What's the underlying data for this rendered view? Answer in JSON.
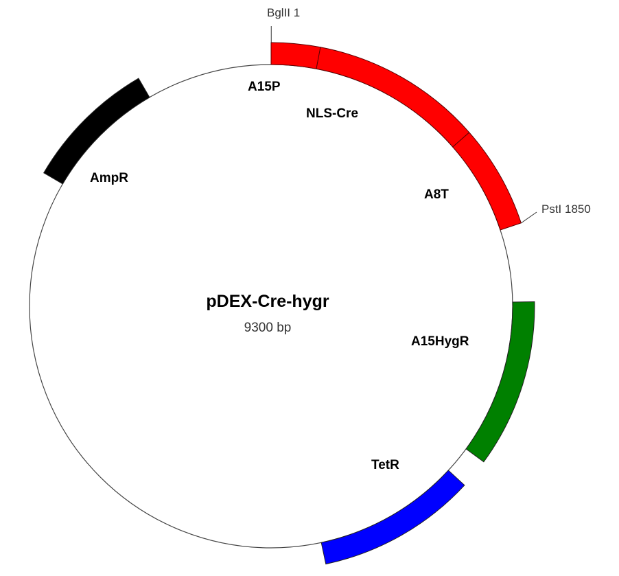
{
  "plasmid": {
    "name": "pDEX-Cre-hygr",
    "size_label": "9300 bp",
    "length_bp": 9300
  },
  "features": [
    {
      "id": "a15p",
      "label": "A15P",
      "start": 0,
      "end": 279,
      "color": "#ff0000"
    },
    {
      "id": "nls-cre",
      "label": "NLS-Cre",
      "start": 279,
      "end": 1260,
      "color": "#ff0000"
    },
    {
      "id": "a8t",
      "label": "A8T",
      "start": 1260,
      "end": 1850,
      "color": "#ff0000"
    },
    {
      "id": "a15hygr",
      "label": "A15HygR",
      "start": 2300,
      "end": 3260,
      "color": "#008000"
    },
    {
      "id": "tetr",
      "label": "TetR",
      "start": 3430,
      "end": 4340,
      "color": "#0000ff"
    },
    {
      "id": "ampr",
      "label": "AmpR",
      "start": 7760,
      "end": 8520,
      "color": "#000000"
    }
  ],
  "sites": [
    {
      "id": "bglii",
      "label": "BglII  1",
      "position": 1
    },
    {
      "id": "psti",
      "label": "PstI  1850",
      "position": 1850
    }
  ],
  "colors": {
    "backbone": "#444444",
    "feature_border": "#5a0000"
  }
}
